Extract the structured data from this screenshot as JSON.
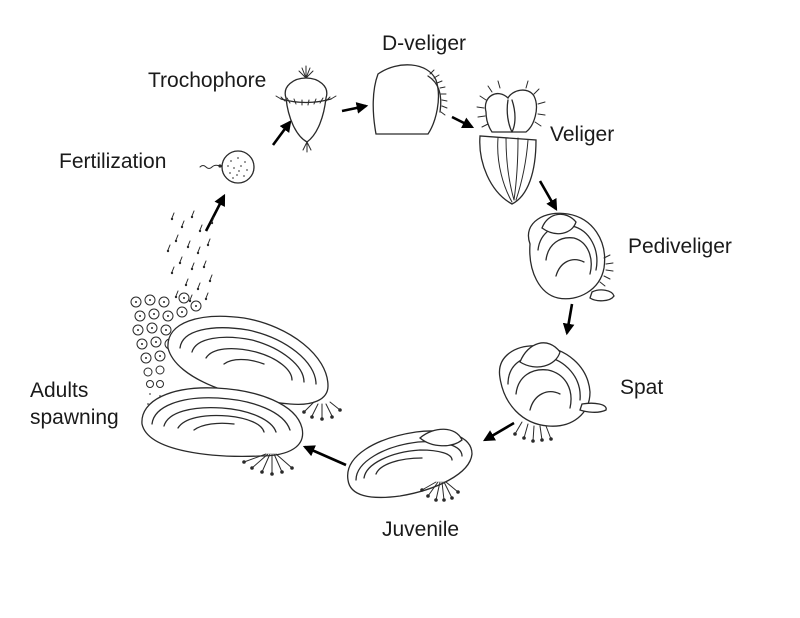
{
  "stages": [
    {
      "id": "d-veliger",
      "label": "D-veliger"
    },
    {
      "id": "trochophore",
      "label": "Trochophore"
    },
    {
      "id": "veliger",
      "label": "Veliger"
    },
    {
      "id": "fertilization",
      "label": "Fertilization"
    },
    {
      "id": "pediveliger",
      "label": "Pediveliger"
    },
    {
      "id": "spat",
      "label": "Spat"
    },
    {
      "id": "adults",
      "label_line1": "Adults",
      "label_line2": "spawning"
    },
    {
      "id": "juvenile",
      "label": "Juvenile"
    }
  ],
  "colors": {
    "line": "#2a2a2a",
    "arrow": "#000000",
    "text": "#1a1a1a",
    "background": "#ffffff"
  }
}
